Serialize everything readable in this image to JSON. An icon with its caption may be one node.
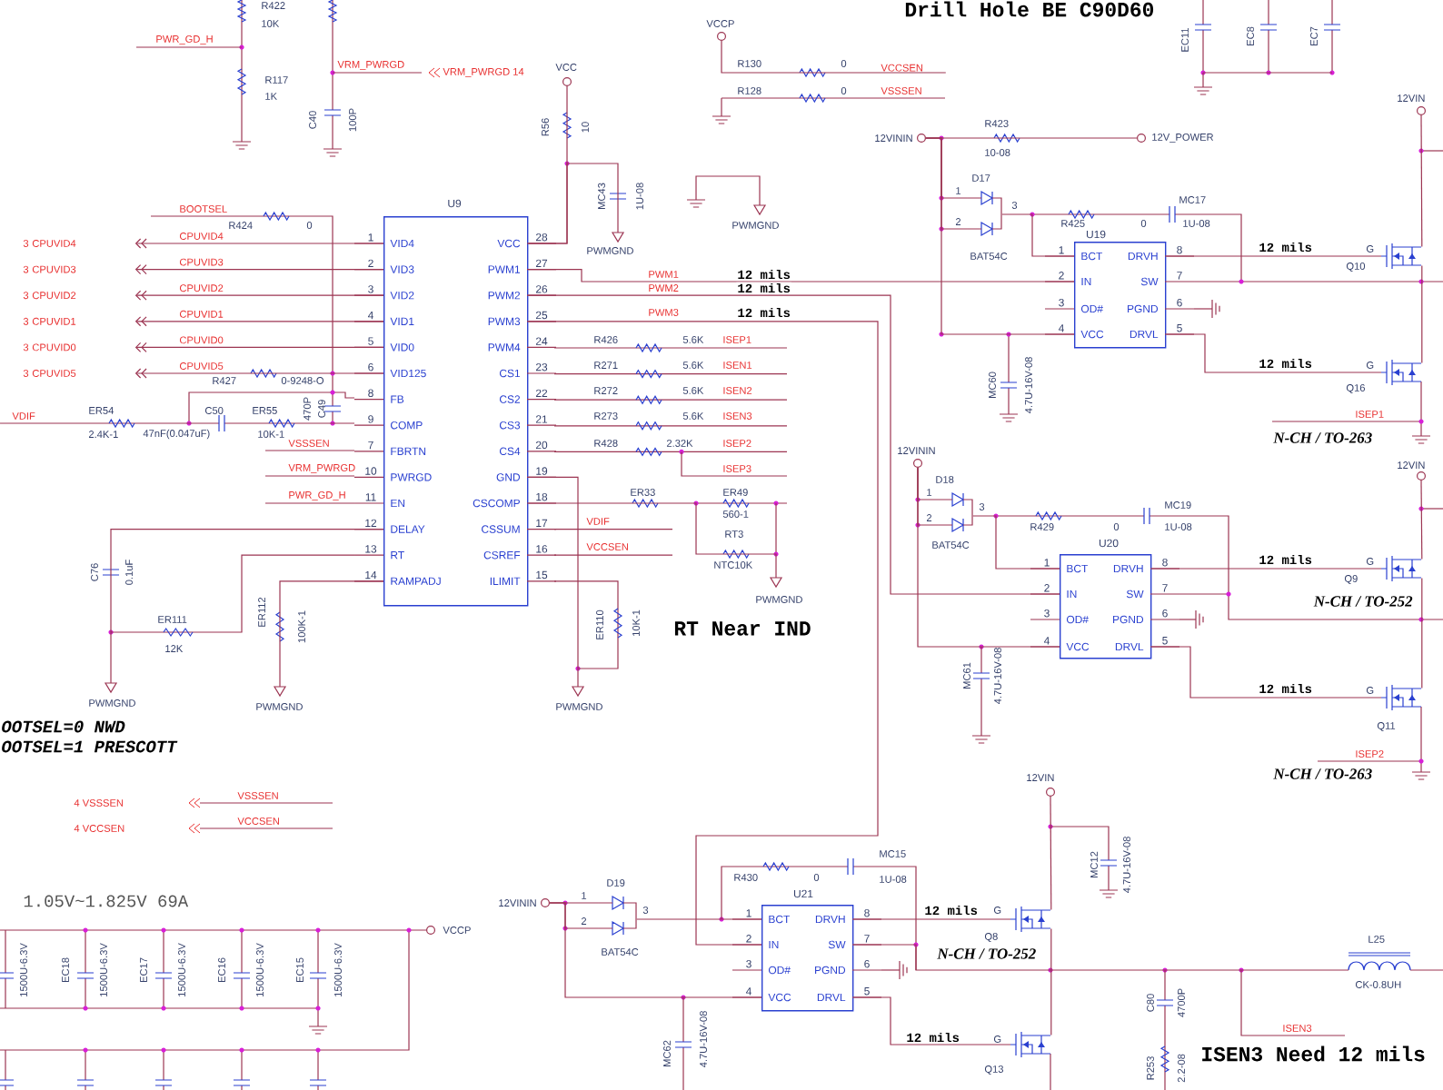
{
  "diagram": {
    "nodes": [
      {
        "text": [
          "U9",
          "VID4",
          "VID3",
          "VID2",
          "VID1",
          "VID0",
          "VID125",
          "FB",
          "COMP",
          "FBRTN",
          "PWRGD",
          "EN",
          "DELAY",
          "RT",
          "RAMPADJ",
          "VCC",
          "PWM1",
          "PWM2",
          "PWM3",
          "PWM4",
          "CS1",
          "CS2",
          "CS3",
          "CS4",
          "GND",
          "CSCOMP",
          "CSSUM",
          "CSREF",
          "ILIMIT"
        ],
        "beside": [
          "1",
          "2",
          "3",
          "4",
          "5",
          "6",
          "8",
          "9",
          "7",
          "10",
          "11",
          "12",
          "13",
          "14",
          "28",
          "27",
          "26",
          "25",
          "24",
          "23",
          "22",
          "21",
          "20",
          "19",
          "18",
          "17",
          "16",
          "15"
        ]
      },
      {
        "text": [
          "U19",
          "BCT",
          "IN",
          "OD#",
          "VCC",
          "DRVH",
          "SW",
          "PGND",
          "DRVL"
        ],
        "beside": [
          "1",
          "2",
          "3",
          "4",
          "8",
          "7",
          "6",
          "5"
        ]
      },
      {
        "text": [
          "U20",
          "BCT",
          "IN",
          "OD#",
          "VCC",
          "DRVH",
          "SW",
          "PGND",
          "DRVL"
        ],
        "beside": [
          "1",
          "2",
          "3",
          "4",
          "8",
          "7",
          "6",
          "5"
        ]
      },
      {
        "text": [
          "U21",
          "BCT",
          "IN",
          "OD#",
          "VCC",
          "DRVH",
          "SW",
          "PGND",
          "DRVL"
        ],
        "beside": [
          "1",
          "2",
          "3",
          "4",
          "8",
          "7",
          "6",
          "5"
        ]
      },
      {
        "text": [
          "12VININ"
        ]
      },
      {
        "text": [
          "12V_POWER"
        ]
      },
      {
        "text": [
          "D17",
          "1",
          "2",
          "3",
          "BAT54C"
        ]
      },
      {
        "text": [
          "G",
          "Q10"
        ]
      },
      {
        "text": [
          "G",
          "Q16"
        ],
        "beside": [
          "N-CH / TO-263"
        ]
      },
      {
        "text": [
          "12VIN"
        ]
      },
      {
        "text": [
          "12VININ"
        ]
      },
      {
        "text": [
          "D18",
          "1",
          "2",
          "3",
          "BAT54C"
        ]
      },
      {
        "text": [
          "G",
          "Q9"
        ],
        "beside": [
          "N-CH / TO-252"
        ]
      },
      {
        "text": [
          "G",
          "Q11"
        ],
        "beside": [
          "N-CH / TO-263"
        ]
      },
      {
        "text": [
          "12VIN"
        ]
      },
      {
        "text": [
          "12VIN"
        ]
      },
      {
        "text": [
          "12VININ"
        ]
      },
      {
        "text": [
          "D19",
          "1",
          "2",
          "3",
          "BAT54C"
        ]
      },
      {
        "text": [
          "G",
          "Q8"
        ],
        "beside": [
          "N-CH / TO-252"
        ]
      },
      {
        "text": [
          "G",
          "Q13"
        ]
      },
      {
        "text": [
          "L25",
          "CK-0.8UH"
        ]
      },
      {
        "text": [
          "VCC"
        ]
      },
      {
        "text": [
          "VCCP"
        ]
      },
      {
        "text": [
          "VCCP"
        ]
      },
      {
        "text": [
          "PWMGND"
        ]
      },
      {
        "text": [
          "PWMGND"
        ]
      },
      {
        "text": [
          "PWMGND"
        ]
      },
      {
        "text": [
          "PWMGND"
        ]
      },
      {
        "text": [
          "PWMGND"
        ]
      },
      {
        "text": [
          "PWMGND"
        ]
      },
      {
        "text": [
          "3 CPUVID4"
        ]
      },
      {
        "text": [
          "3 CPUVID3"
        ]
      },
      {
        "text": [
          "3 CPUVID2"
        ]
      },
      {
        "text": [
          "3 CPUVID1"
        ]
      },
      {
        "text": [
          "3 CPUVID0"
        ]
      },
      {
        "text": [
          "3 CPUVID5"
        ]
      },
      {
        "text": [
          "VCCSEN"
        ]
      }
    ],
    "edges": [
      {
        "from": 0,
        "to": 1,
        "arrow": "none",
        "label": "12 mils"
      },
      {
        "from": 0,
        "to": 2,
        "arrow": "none",
        "label": "12 mils"
      },
      {
        "from": 0,
        "to": 3,
        "arrow": "none",
        "label": "12 mils"
      },
      {
        "from": 1,
        "to": 7,
        "arrow": "none",
        "label": "12 mils"
      },
      {
        "from": 1,
        "to": 8,
        "arrow": "none",
        "label": "12 mils"
      },
      {
        "from": 2,
        "to": 12,
        "arrow": "none",
        "label": "12 mils"
      },
      {
        "from": 2,
        "to": 13,
        "arrow": "none",
        "label": "12 mils"
      },
      {
        "from": 3,
        "to": 18,
        "arrow": "none",
        "label": "12 mils"
      },
      {
        "from": 3,
        "to": 19,
        "arrow": "none",
        "label": "12 mils"
      },
      {
        "from": 4,
        "to": 5,
        "arrow": "none"
      },
      {
        "from": 4,
        "to": 6,
        "arrow": "none"
      },
      {
        "from": 4,
        "to": 1,
        "arrow": "none"
      },
      {
        "from": 6,
        "to": 1,
        "arrow": "none"
      },
      {
        "from": 10,
        "to": 11,
        "arrow": "none"
      },
      {
        "from": 10,
        "to": 2,
        "arrow": "none"
      },
      {
        "from": 11,
        "to": 2,
        "arrow": "none"
      },
      {
        "from": 16,
        "to": 17,
        "arrow": "none"
      },
      {
        "from": 16,
        "to": 3,
        "arrow": "none"
      },
      {
        "from": 17,
        "to": 3,
        "arrow": "none"
      },
      {
        "from": 3,
        "to": 20,
        "arrow": "none"
      },
      {
        "from": 0,
        "to": 24,
        "arrow": "none"
      },
      {
        "from": 21,
        "to": 0,
        "arrow": "none"
      },
      {
        "from": 0,
        "to": 26,
        "arrow": "none"
      },
      {
        "from": 0,
        "to": 27,
        "arrow": "none"
      },
      {
        "from": 0,
        "to": 28,
        "arrow": "none"
      },
      {
        "from": 0,
        "to": 29,
        "arrow": "none"
      },
      {
        "from": 9,
        "to": 7,
        "arrow": "none"
      },
      {
        "from": 14,
        "to": 12,
        "arrow": "none"
      },
      {
        "from": 15,
        "to": 18,
        "arrow": "none"
      },
      {
        "from": 7,
        "to": 8,
        "arrow": "none"
      },
      {
        "from": 12,
        "to": 13,
        "arrow": "none"
      },
      {
        "from": 18,
        "to": 19,
        "arrow": "none"
      },
      {
        "from": 0,
        "to": 30,
        "arrow": "to",
        "label": "CPUVID4"
      },
      {
        "from": 0,
        "to": 31,
        "arrow": "to",
        "label": "CPUVID3"
      },
      {
        "from": 0,
        "to": 32,
        "arrow": "to",
        "label": "CPUVID2"
      },
      {
        "from": 0,
        "to": 33,
        "arrow": "to",
        "label": "CPUVID1"
      },
      {
        "from": 0,
        "to": 34,
        "arrow": "to",
        "label": "CPUVID0"
      },
      {
        "from": 0,
        "to": 35,
        "arrow": "to",
        "label": "CPUVID5"
      },
      {
        "from": 22,
        "to": 36,
        "arrow": "none"
      },
      {
        "from": 4,
        "to": 6,
        "arrow": "none"
      },
      {
        "from": 10,
        "to": 11,
        "arrow": "none"
      },
      {
        "from": 16,
        "to": 17,
        "arrow": "none"
      }
    ],
    "labels": [
      "R422",
      "Drill Hole BE C90D60",
      "10K",
      "PWR_GD_H",
      "EC11",
      "EC8",
      "EC7",
      "VRM_PWRGD",
      "VRM_PWRGD 14",
      "R130",
      "0",
      "R117",
      "1K",
      "R128",
      "0",
      "VSSSEN",
      "C40",
      "100P",
      "R56",
      "10",
      "R423",
      "10-08",
      "MC43",
      "1U-08",
      "MC17",
      "BOOTSEL",
      "R424",
      "0",
      "R425",
      "0",
      "1U-08",
      "PWM1",
      "PWM2",
      "PWM3",
      "R426",
      "5.6K",
      "ISEP1",
      "R271",
      "5.6K",
      "ISEN1",
      "R427",
      "0-9248-O",
      "R272",
      "5.6K",
      "ISEN2",
      "MC60",
      "4.7U-16V-08",
      "VDIF",
      "ER54",
      "C50",
      "ER55",
      "470P",
      "C49",
      "R273",
      "5.6K",
      "ISEN3",
      "ISEP1",
      "2.4K-1",
      "47nF(0.047uF)",
      "10K-1",
      "VSSSEN",
      "R428",
      "2.32K",
      "ISEP2",
      "VRM_PWRGD",
      "ISEP3",
      "PWR_GD_H",
      "ER33",
      "ER49",
      "MC19",
      "560-1",
      "VDIF",
      "R429",
      "0",
      "1U-08",
      "RT3",
      "VCCSEN",
      "NTC10K",
      "C76",
      "0.1uF",
      "ER111",
      "ER112",
      "100K-1",
      "ER110",
      "10K-1",
      "RT Near IND",
      "12K",
      "MC61",
      "4.7U-16V-08",
      "OOTSEL=0 NWD",
      "OOTSEL=1 PRESCOTT",
      "ISEP2",
      "VSSSEN",
      "4 VSSSEN",
      "VCCSEN",
      "4 VCCSEN",
      "MC15",
      "MC12",
      "4.7U-16V-08",
      "R430",
      "0",
      "1U-08",
      "1.05V~1.825V 69A",
      "1500U-6.3V",
      "EC18",
      "1500U-6.3V",
      "EC17",
      "1500U-6.3V",
      "EC16",
      "1500U-6.3V",
      "EC15",
      "1500U-6.3V",
      "C80",
      "4700P",
      "ISEN3",
      "MC62",
      "4.7U-16V-08",
      "ISEN3 Need 12 mils",
      "R253",
      "2.2-08"
    ]
  }
}
